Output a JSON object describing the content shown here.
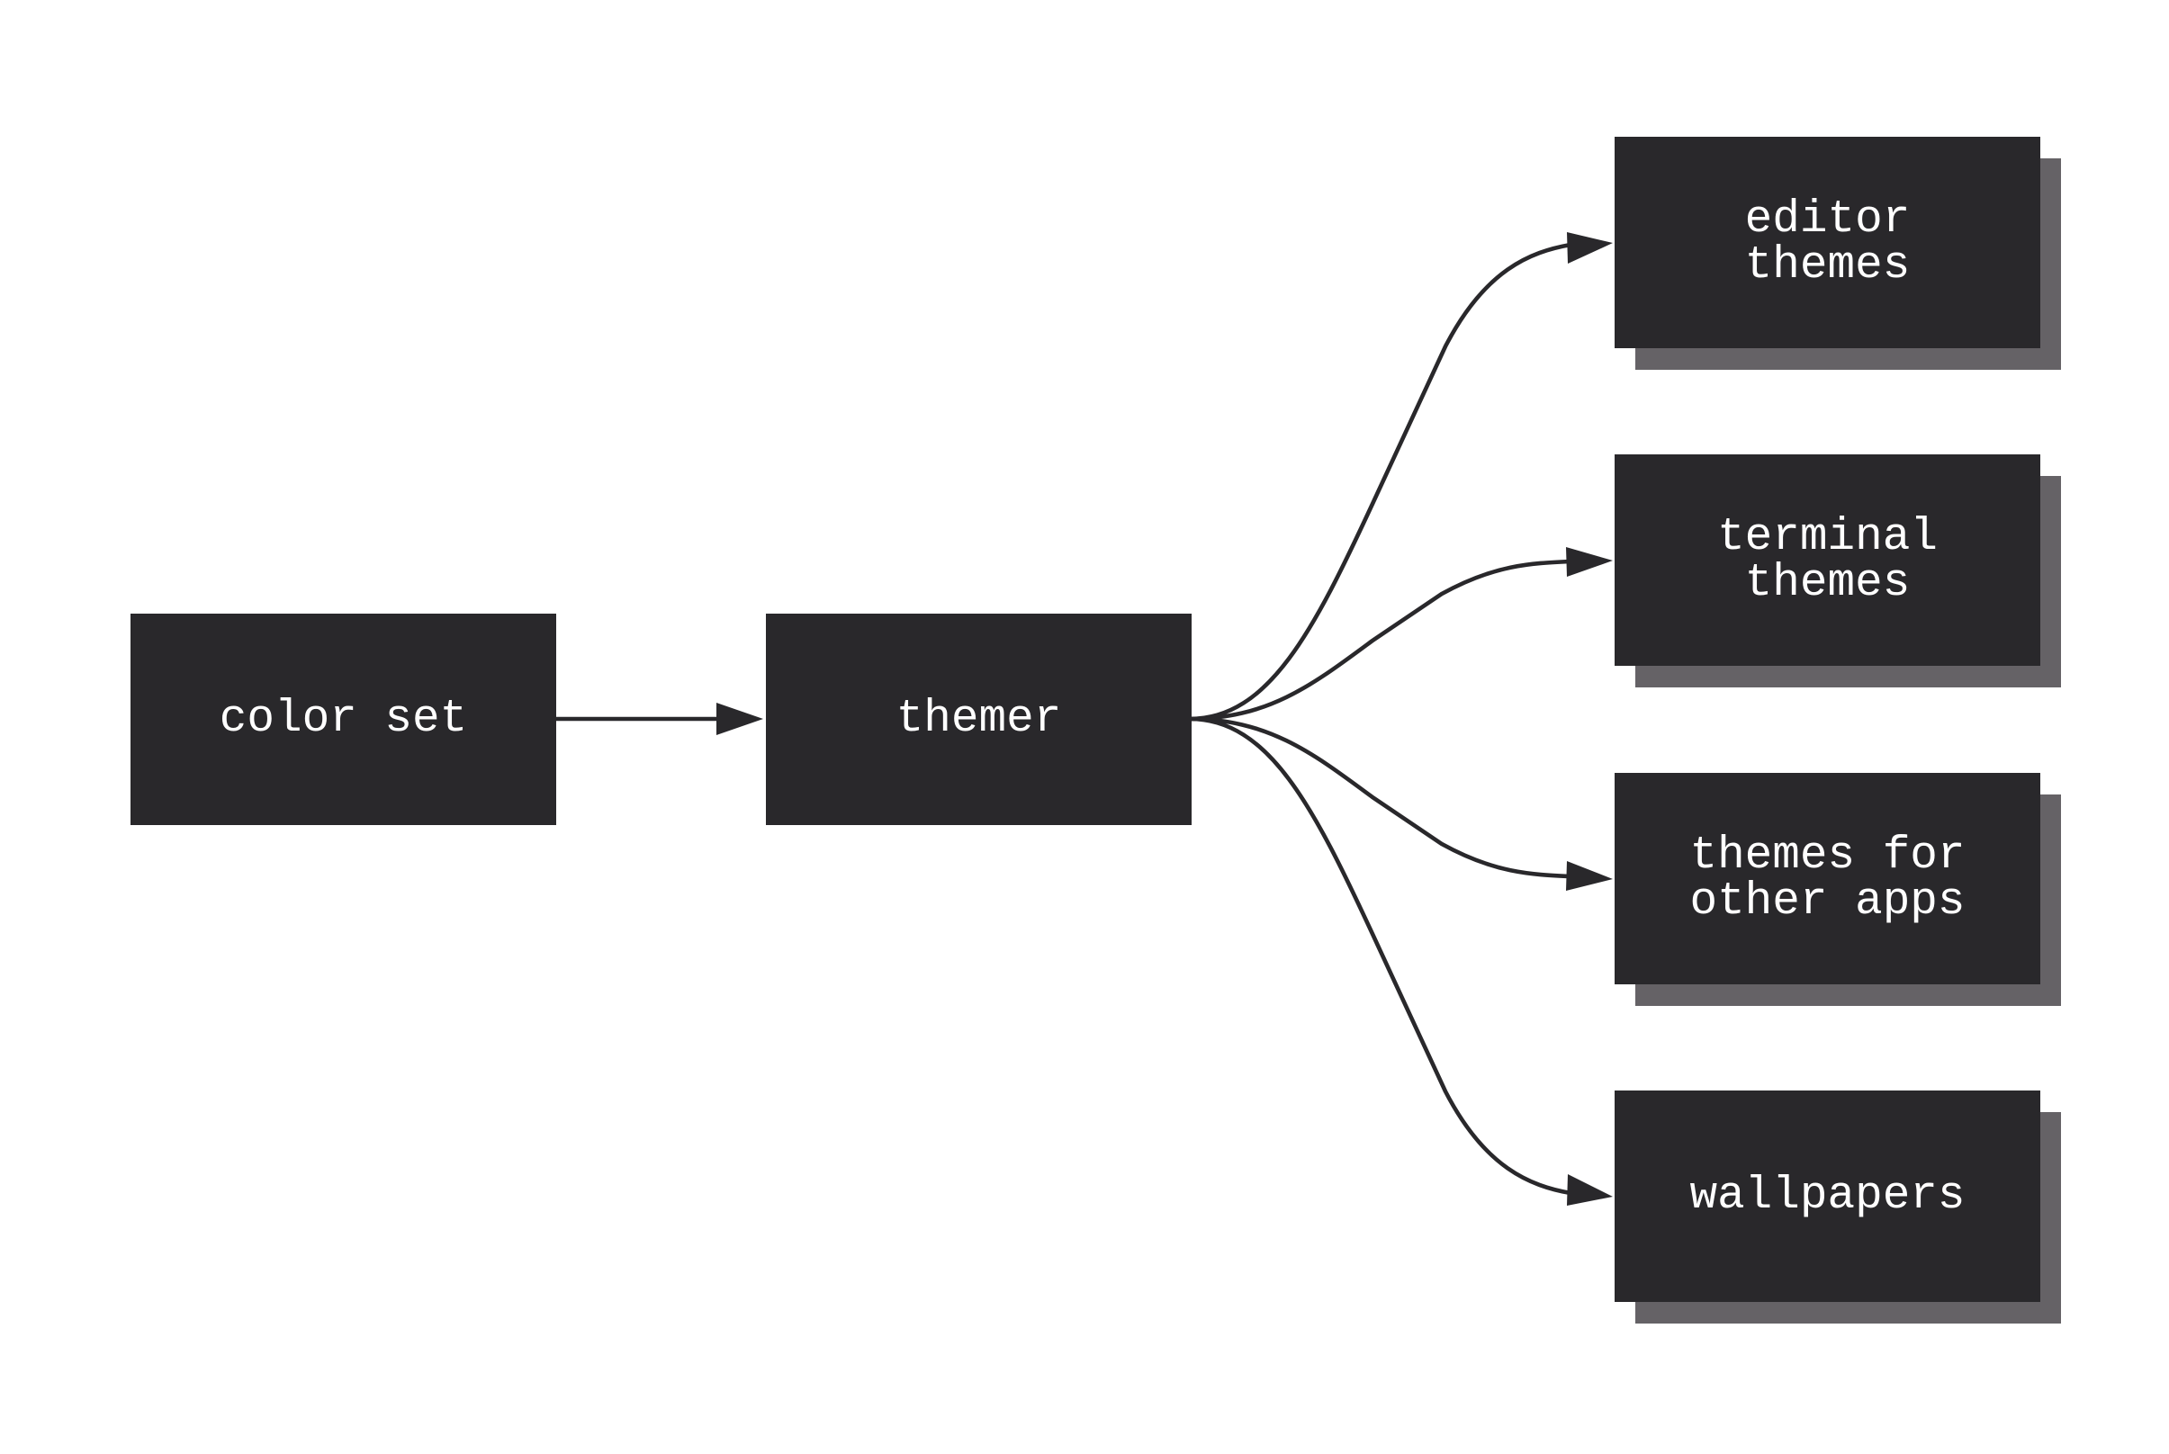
{
  "diagram": {
    "type": "flowchart",
    "direction": "left-to-right",
    "colors": {
      "node_fill": "#29282b",
      "node_text": "#ffffff",
      "shadow": "#656266",
      "edge": "#29282b",
      "background": "#ffffff"
    },
    "nodes": {
      "color_set": {
        "label": "color set"
      },
      "themer": {
        "label": "themer"
      },
      "editor_themes": {
        "label": "editor\nthemes"
      },
      "terminal_themes": {
        "label": "terminal\nthemes"
      },
      "other_app_themes": {
        "label": "themes for\nother apps"
      },
      "wallpapers": {
        "label": "wallpapers"
      }
    },
    "edges": [
      {
        "from": "color set",
        "to": "themer"
      },
      {
        "from": "themer",
        "to": "editor\nthemes"
      },
      {
        "from": "themer",
        "to": "terminal\nthemes"
      },
      {
        "from": "themer",
        "to": "themes for\nother apps"
      },
      {
        "from": "themer",
        "to": "wallpapers"
      }
    ]
  }
}
